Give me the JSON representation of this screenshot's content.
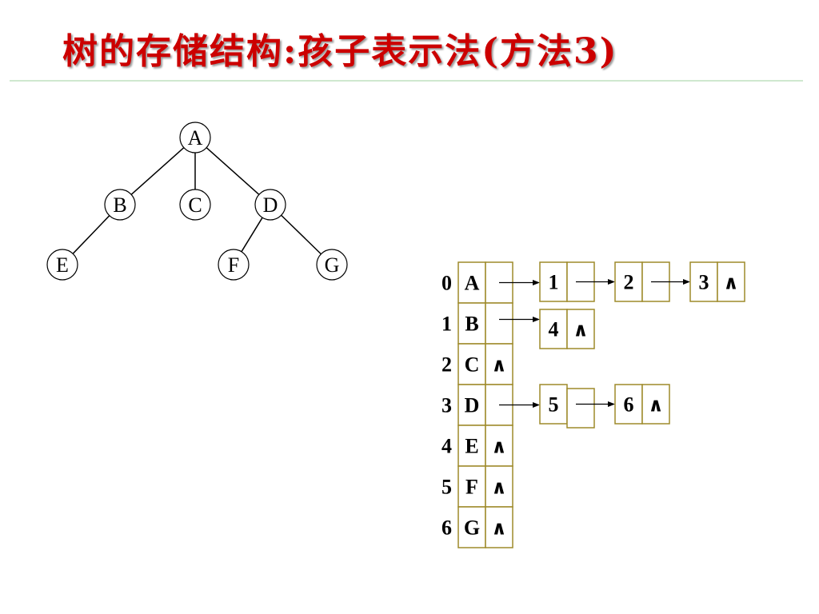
{
  "title": "树的存储结构:孩子表示法(方法3)",
  "tree": {
    "nodes": [
      {
        "id": "A",
        "label": "A"
      },
      {
        "id": "B",
        "label": "B"
      },
      {
        "id": "C",
        "label": "C"
      },
      {
        "id": "D",
        "label": "D"
      },
      {
        "id": "E",
        "label": "E"
      },
      {
        "id": "F",
        "label": "F"
      },
      {
        "id": "G",
        "label": "G"
      }
    ],
    "edges": [
      [
        "A",
        "B"
      ],
      [
        "A",
        "C"
      ],
      [
        "A",
        "D"
      ],
      [
        "B",
        "E"
      ],
      [
        "D",
        "F"
      ],
      [
        "D",
        "G"
      ]
    ]
  },
  "null_symbol": "∧",
  "table": {
    "rows": [
      {
        "index": "0",
        "data": "A",
        "children": [
          "1",
          "2",
          "3"
        ]
      },
      {
        "index": "1",
        "data": "B",
        "children": [
          "4"
        ]
      },
      {
        "index": "2",
        "data": "C",
        "children": []
      },
      {
        "index": "3",
        "data": "D",
        "children": [
          "5",
          "6"
        ]
      },
      {
        "index": "4",
        "data": "E",
        "children": []
      },
      {
        "index": "5",
        "data": "F",
        "children": []
      },
      {
        "index": "6",
        "data": "G",
        "children": []
      }
    ]
  },
  "colors": {
    "title": "#cc0000",
    "cell_border": "#9e8a2a",
    "rule": "#cfe8cf"
  }
}
